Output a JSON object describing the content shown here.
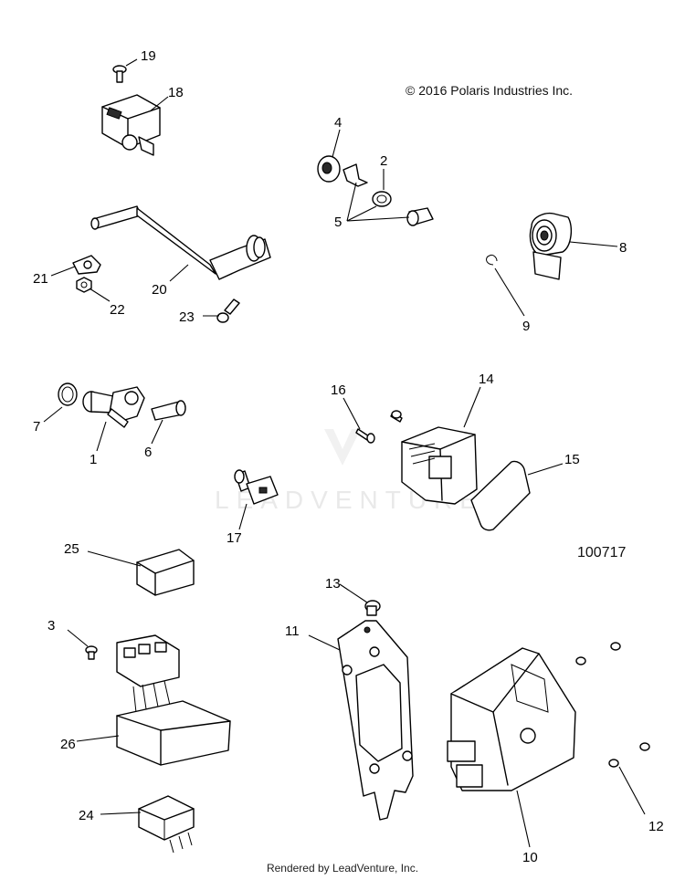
{
  "copyright": "© 2016 Polaris Industries Inc.",
  "diagram_number": "100717",
  "footer": "Rendered by LeadVenture, Inc.",
  "watermark": "LEADVENTURE",
  "callouts": {
    "c1": "1",
    "c2": "2",
    "c3": "3",
    "c4": "4",
    "c5": "5",
    "c6": "6",
    "c7": "7",
    "c8": "8",
    "c9": "9",
    "c10": "10",
    "c11": "11",
    "c12": "12",
    "c13": "13",
    "c14": "14",
    "c15": "15",
    "c16": "16",
    "c17": "17",
    "c18": "18",
    "c19": "19",
    "c20": "20",
    "c21": "21",
    "c22": "22",
    "c23": "23",
    "c24": "24",
    "c25": "25",
    "c26": "26"
  }
}
